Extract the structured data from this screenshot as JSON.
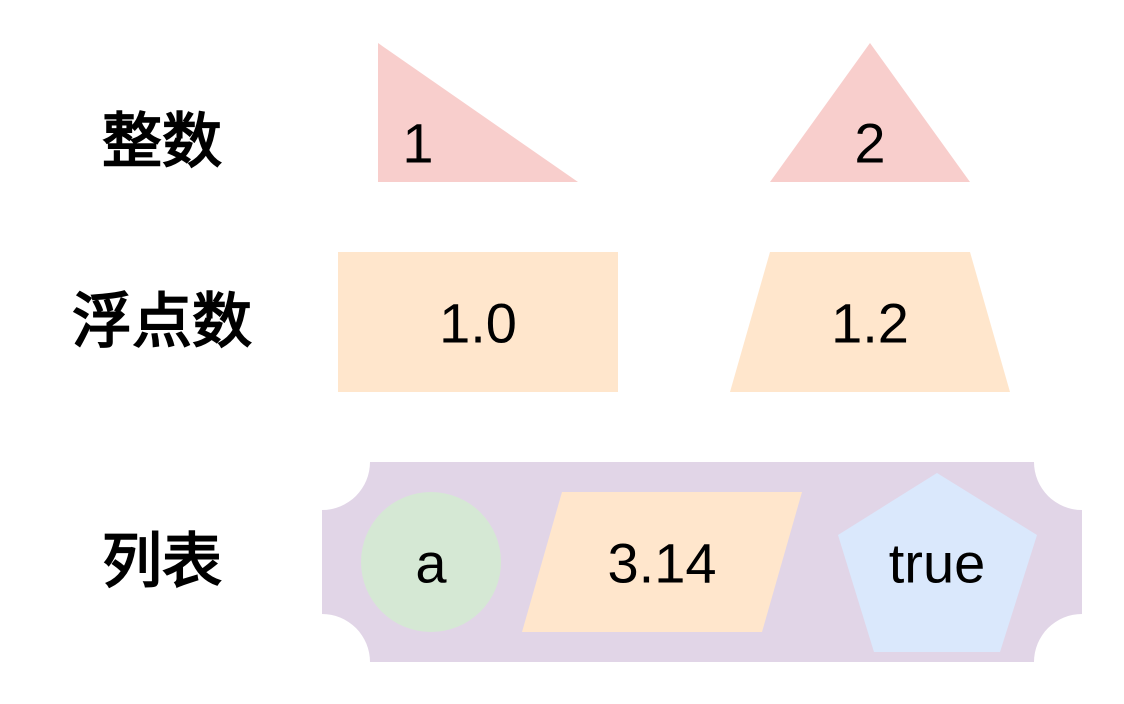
{
  "labels": {
    "integer": "整数",
    "float": "浮点数",
    "list": "列表"
  },
  "integers": [
    "1",
    "2"
  ],
  "floats": [
    "1.0",
    "1.2"
  ],
  "list_items": [
    "a",
    "3.14",
    "true"
  ],
  "colors": {
    "integer_fill": "#f8cecc",
    "float_fill": "#ffe6cc",
    "list_fill": "#e1d5e7",
    "string_fill": "#d5e8d4",
    "boolean_fill": "#dae8fc",
    "text": "#000000"
  }
}
